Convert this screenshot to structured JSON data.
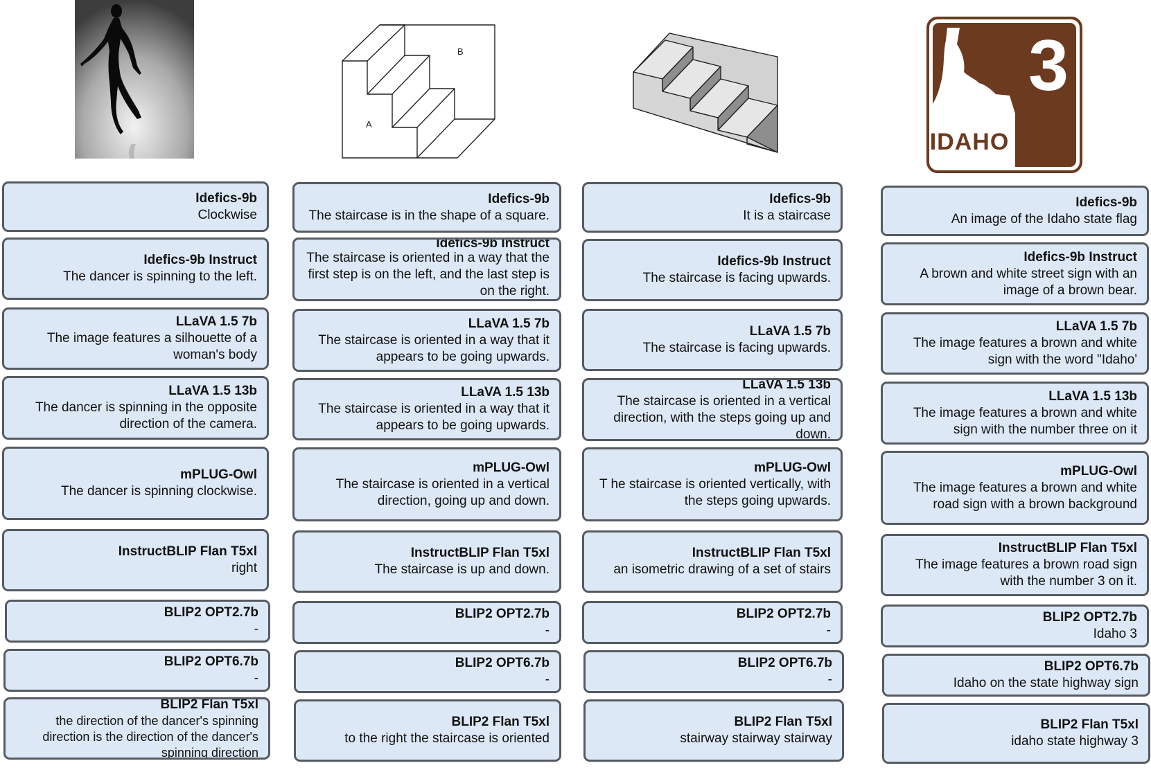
{
  "columns": [
    {
      "image_icon": "dancer-silhouette-icon",
      "rows": [
        {
          "model": "Idefics-9b",
          "answer": "Clockwise"
        },
        {
          "model": "Idefics-9b Instruct",
          "answer": "The dancer is spinning to the left."
        },
        {
          "model": "LLaVA 1.5 7b",
          "answer": "The image features a silhouette of a woman's body"
        },
        {
          "model": "LLaVA 1.5 13b",
          "answer": "The dancer is spinning in the opposite direction of the camera."
        },
        {
          "model": "mPLUG-Owl",
          "answer": "The dancer is spinning clockwise."
        },
        {
          "model": "InstructBLIP Flan T5xl",
          "answer": "right"
        },
        {
          "model": "BLIP2 OPT2.7b",
          "answer": "-"
        },
        {
          "model": "BLIP2 OPT6.7b",
          "answer": "-"
        },
        {
          "model": "BLIP2 Flan T5xl",
          "answer": "the direction of the dancer's spinning direction is the direction of the dancer's spinning direction"
        }
      ]
    },
    {
      "image_icon": "schroeder-staircase-line-drawing-icon",
      "image_labels": {
        "a": "A",
        "b": "B"
      },
      "rows": [
        {
          "model": "Idefics-9b",
          "answer": "The staircase is in the shape of a square."
        },
        {
          "model": "Idefics-9b Instruct",
          "answer": "The staircase is oriented in a way that the first step is on the left, and the last step is on the right."
        },
        {
          "model": "LLaVA 1.5 7b",
          "answer": "The staircase is oriented in a way that it appears to be going upwards."
        },
        {
          "model": "LLaVA 1.5 13b",
          "answer": "The staircase is oriented in a way that it appears to be going upwards."
        },
        {
          "model": "mPLUG-Owl",
          "answer": "The staircase is oriented in a vertical direction, going up and down."
        },
        {
          "model": "InstructBLIP Flan T5xl",
          "answer": "The staircase is up and down."
        },
        {
          "model": "BLIP2 OPT2.7b",
          "answer": "-"
        },
        {
          "model": "BLIP2 OPT6.7b",
          "answer": "-"
        },
        {
          "model": "BLIP2 Flan T5xl",
          "answer": "to the right the staircase is oriented"
        }
      ]
    },
    {
      "image_icon": "shaded-isometric-staircase-icon",
      "rows": [
        {
          "model": "Idefics-9b",
          "answer": "It is a staircase"
        },
        {
          "model": "Idefics-9b Instruct",
          "answer": "The staircase is facing upwards."
        },
        {
          "model": "LLaVA 1.5 7b",
          "answer": "The staircase is facing upwards."
        },
        {
          "model": "LLaVA 1.5 13b",
          "answer": "The staircase is oriented in a vertical direction, with the steps going up and down."
        },
        {
          "model": "mPLUG-Owl",
          "answer": "T he staircase is oriented vertically, with the steps going upwards."
        },
        {
          "model": "InstructBLIP Flan T5xl",
          "answer": "an isometric drawing of a set of stairs"
        },
        {
          "model": "BLIP2 OPT2.7b",
          "answer": "-"
        },
        {
          "model": "BLIP2 OPT6.7b",
          "answer": "-"
        },
        {
          "model": "BLIP2 Flan T5xl",
          "answer": "stairway stairway stairway"
        }
      ]
    },
    {
      "image_icon": "idaho-highway-sign-icon",
      "sign": {
        "number": "3",
        "state": "IDAHO",
        "color": "#6b3a1f"
      },
      "rows": [
        {
          "model": "Idefics-9b",
          "answer": "An image of the Idaho state flag"
        },
        {
          "model": "Idefics-9b Instruct",
          "answer": "A brown and white street sign with an image of a brown bear."
        },
        {
          "model": "LLaVA 1.5 7b",
          "answer": "The image features a brown and white sign with the word \"Idaho'"
        },
        {
          "model": "LLaVA 1.5 13b",
          "answer": "The image features a brown and white sign with the number three on it"
        },
        {
          "model": "mPLUG-Owl",
          "answer": "The image features a brown and white road sign with a brown background"
        },
        {
          "model": "InstructBLIP Flan T5xl",
          "answer": "The image features a brown road sign with the number 3 on it."
        },
        {
          "model": "BLIP2 OPT2.7b",
          "answer": "Idaho 3"
        },
        {
          "model": "BLIP2 OPT6.7b",
          "answer": "Idaho on the state highway sign"
        },
        {
          "model": "BLIP2 Flan T5xl",
          "answer": "idaho state highway 3"
        }
      ]
    }
  ]
}
